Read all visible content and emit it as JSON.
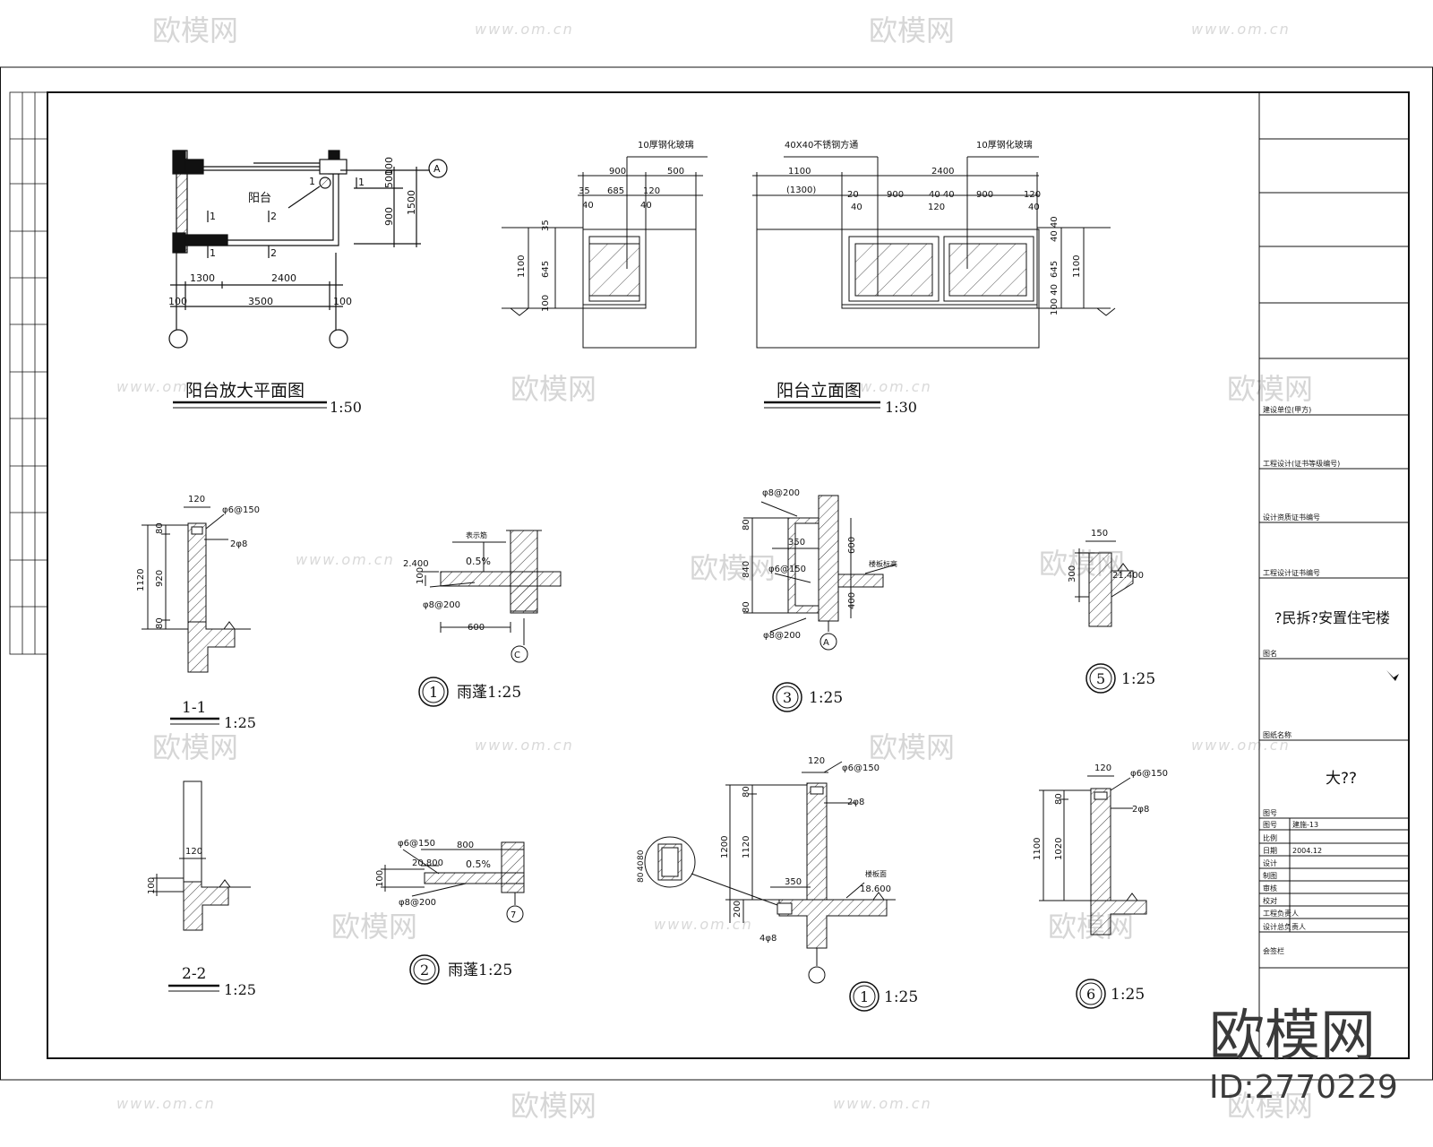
{
  "watermarks": {
    "brand": "欧模网",
    "site": "www.om.cn",
    "big_logo": "欧模网",
    "id_label": "ID:2770229"
  },
  "views": {
    "plan": {
      "title": "阳台放大平面图",
      "scale": "1:50",
      "room_label": "阳台",
      "dims": [
        "1300",
        "2400",
        "100",
        "3500",
        "100",
        "500",
        "100",
        "900",
        "1500"
      ],
      "section_marks": [
        "1",
        "1",
        "1",
        "2",
        "2",
        "1"
      ],
      "axis": [
        "A"
      ]
    },
    "elevation": {
      "title": "阳台立面图",
      "scale": "1:30",
      "notes": [
        "10厚钢化玻璃",
        "10厚钢化玻璃",
        "40X40不锈钢方通"
      ],
      "left_dims_top": [
        "900",
        "500",
        "35",
        "685",
        "120",
        "40",
        "40"
      ],
      "right_dims_top": [
        "1100",
        "(1300)",
        "2400",
        "20",
        "900",
        "40 40",
        "900",
        "120",
        "40",
        "40",
        "120"
      ],
      "height_dims": [
        "1100",
        "645",
        "100",
        "35",
        "40 40",
        "100 40"
      ]
    },
    "section_1_1": {
      "title": "1-1",
      "scale": "1:25",
      "dims": [
        "120",
        "80",
        "920",
        "80",
        "1120"
      ],
      "notes": [
        "φ6@150",
        "2φ8"
      ]
    },
    "section_2_2": {
      "title": "2-2",
      "scale": "1:25",
      "dims": [
        "120",
        "100"
      ]
    },
    "detail_canopy_1": {
      "num": "1",
      "title": "雨蓬1:25",
      "dims": [
        "2.400",
        "100",
        "0.5%",
        "600"
      ],
      "notes": [
        "φ8@200",
        "表示筋"
      ],
      "axis": "C"
    },
    "detail_canopy_2": {
      "num": "2",
      "title": "雨蓬1:25",
      "dims": [
        "800",
        "20.800",
        "0.5%",
        "100"
      ],
      "notes": [
        "φ6@150",
        "φ8@200"
      ],
      "axis": "7"
    },
    "detail_3": {
      "num": "3",
      "scale": "1:25",
      "dims": [
        "80",
        "840",
        "80",
        "350",
        "600",
        "400"
      ],
      "notes": [
        "φ8@200",
        "φ6@150",
        "φ8@200",
        "楼板标高"
      ],
      "axis": "A"
    },
    "detail_4": {
      "num": "1",
      "scale": "1:25",
      "dims": [
        "120",
        "80",
        "1120",
        "1200",
        "350",
        "200",
        "80",
        "40",
        "80",
        "18.600"
      ],
      "notes": [
        "φ6@150",
        "2φ8",
        "4φ8",
        "楼板面"
      ]
    },
    "detail_5": {
      "num": "5",
      "scale": "1:25",
      "dims": [
        "150",
        "300",
        "21.400"
      ]
    },
    "detail_6": {
      "num": "6",
      "scale": "1:25",
      "dims": [
        "120",
        "80",
        "1020",
        "1100"
      ],
      "notes": [
        "φ6@150",
        "2φ8"
      ]
    }
  },
  "title_block": {
    "rows": [
      "建设单位(甲方)",
      "工程设计(证书等级编号)",
      "设计资质证书编号",
      "工程设计证书编号"
    ],
    "project": "?民拆?安置住宅楼",
    "section_label": "图名",
    "drawing_label": "图纸名称",
    "drawing_name": "大??",
    "fields": [
      {
        "k": "图号",
        "v": ""
      },
      {
        "k": "图号",
        "v": "建施-13"
      },
      {
        "k": "比例",
        "v": ""
      },
      {
        "k": "日期",
        "v": "2004.12"
      },
      {
        "k": "设计",
        "v": ""
      },
      {
        "k": "制图",
        "v": ""
      },
      {
        "k": "审核",
        "v": ""
      },
      {
        "k": "校对",
        "v": ""
      },
      {
        "k": "工程负责人",
        "v": ""
      },
      {
        "k": "设计总负责人",
        "v": ""
      },
      {
        "k": "会签栏",
        "v": ""
      }
    ]
  }
}
